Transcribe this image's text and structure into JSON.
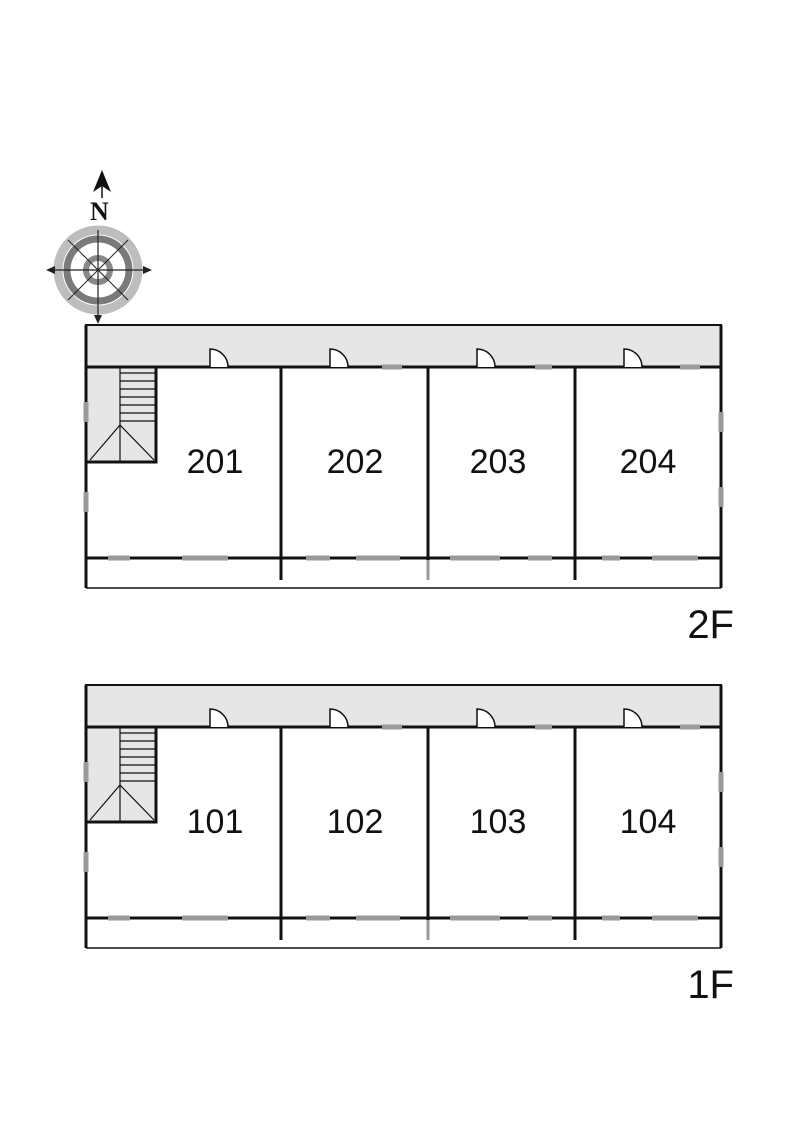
{
  "compass": {
    "label": "N",
    "icon": "compass-rose-icon"
  },
  "floors": [
    {
      "id": "2F",
      "label": "2F",
      "units": [
        "201",
        "202",
        "203",
        "204"
      ]
    },
    {
      "id": "1F",
      "label": "1F",
      "units": [
        "101",
        "102",
        "103",
        "104"
      ]
    }
  ],
  "colors": {
    "corridor": "#e6e6e6",
    "wall": "#111111",
    "window": "#9a9a9a",
    "compass_ring_light": "#b8b8b8",
    "compass_ring_dark": "#777777"
  }
}
